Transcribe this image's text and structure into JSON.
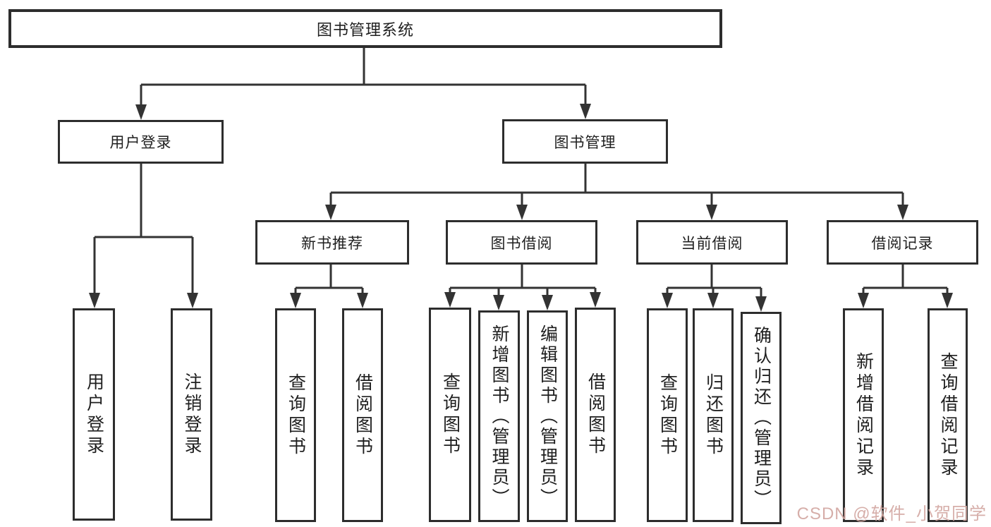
{
  "diagram": {
    "root": "图书管理系统",
    "level2": {
      "user_login": "用户登录",
      "book_mgmt": "图书管理"
    },
    "level3": {
      "new_book": "新书推荐",
      "book_borrow": "图书借阅",
      "current_borrow": "当前借阅",
      "borrow_records": "借阅记录"
    },
    "leaves": {
      "user_login": [
        "用户登录",
        "注销登录"
      ],
      "new_book": [
        "查询图书",
        "借阅图书"
      ],
      "book_borrow": [
        "查询图书",
        "新增图书（管理员）",
        "编辑图书（管理员）",
        "借阅图书"
      ],
      "current_borrow": [
        "查询图书",
        "归还图书",
        "确认归还（管理员）"
      ],
      "borrow_records": [
        "新增借阅记录",
        "查询借阅记录"
      ]
    }
  },
  "watermark": {
    "text": "CSDN @软件_小贺同学",
    "color": "#d2a6a0"
  },
  "colors": {
    "line": "#333333",
    "box_border": "#2d2d2d",
    "text": "#1f1f1f",
    "background": "#ffffff"
  }
}
